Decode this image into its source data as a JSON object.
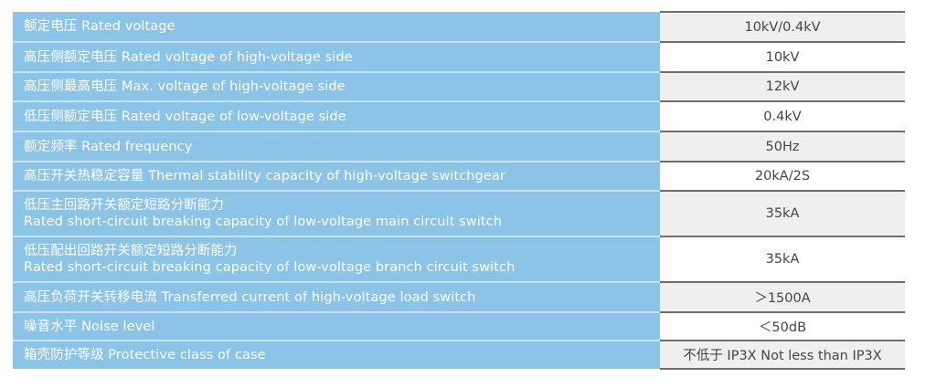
{
  "table": {
    "rows": [
      {
        "label": "额定电压 Rated voltage",
        "value": "10kV/0.4kV"
      },
      {
        "label": "高压侧额定电压 Rated voltage of high-voltage side",
        "value": "10kV"
      },
      {
        "label": "高压侧最高电压 Max. voltage of high-voltage side",
        "value": "12kV"
      },
      {
        "label": "低压侧额定电压 Rated voltage of low-voltage side",
        "value": "0.4kV"
      },
      {
        "label": "额定频率 Rated frequency",
        "value": "50Hz"
      },
      {
        "label": "高压开关热稳定容量 Thermal stability capacity of high-voltage switchgear",
        "value": "20kA/2S"
      },
      {
        "label_cn": "低压主回路开关额定短路分断能力",
        "label_en": "Rated short-circuit breaking capacity of low-voltage main circuit switch",
        "value": "35kA"
      },
      {
        "label_cn": "低压配出回路开关额定短路分断能力",
        "label_en": "Rated short-circuit breaking capacity of low-voltage branch circuit switch",
        "value": "35kA"
      },
      {
        "label": "高压负荷开关转移电流 Transferred current of high-voltage load switch",
        "value": "＞1500A"
      },
      {
        "label": "噪音水平 Noise level",
        "value": "＜50dB"
      },
      {
        "label": "箱壳防护等级 Protective class of case",
        "value": "不低于 IP3X Not less than IP3X"
      }
    ]
  },
  "colors": {
    "label_bg": "#8cc4e8",
    "label_text": "#ffffff",
    "value_gray_bg": "#efefef",
    "value_white_bg": "#ffffff",
    "value_text": "#444444",
    "row_rule": "#6e6e6e"
  }
}
